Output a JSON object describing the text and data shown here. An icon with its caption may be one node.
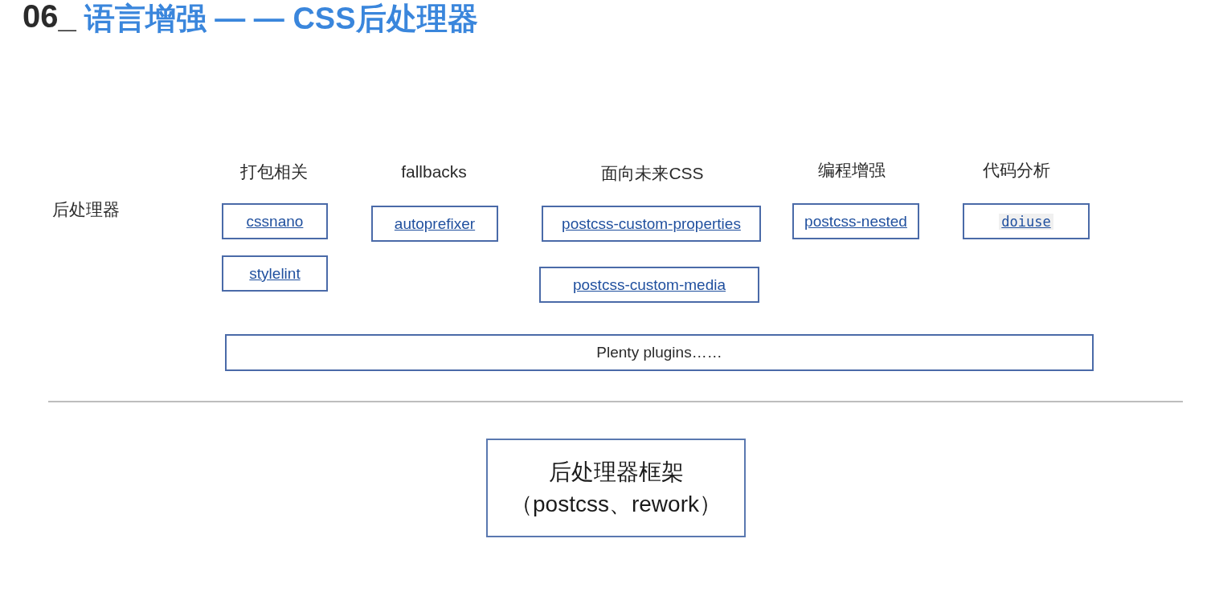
{
  "diagram": {
    "title": "语言增强 — — CSS后处理器",
    "nodes": [
      {
        "text": [
          "cssnano"
        ]
      },
      {
        "text": [
          "autoprefixer"
        ]
      },
      {
        "text": [
          "postcss-custom-properties"
        ]
      },
      {
        "text": [
          "postcss-nested"
        ]
      },
      {
        "text": [
          "doiuse"
        ]
      },
      {
        "text": [
          "stylelint"
        ]
      },
      {
        "text": [
          "postcss-custom-media"
        ]
      },
      {
        "text": [
          "Plenty plugins……"
        ]
      },
      {
        "text": [
          "后处理器框架",
          "（postcss、rework）"
        ]
      }
    ],
    "labels": [
      "06_",
      "打包相关",
      "fallbacks",
      "面向未来CSS",
      "编程增强",
      "代码分析",
      "后处理器"
    ]
  }
}
